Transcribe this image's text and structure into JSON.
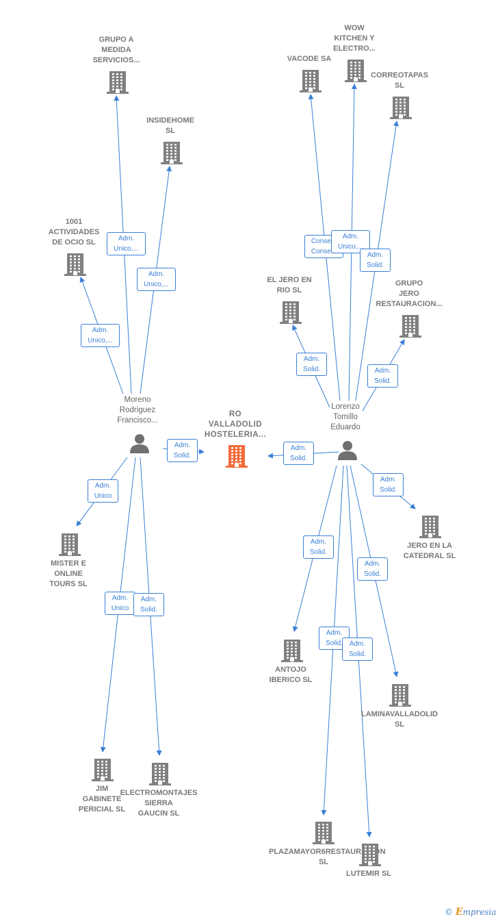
{
  "colors": {
    "edge": "#3a7fd5",
    "building": "#808080",
    "main_building": "#f26b3a",
    "person": "#707070"
  },
  "main_company": {
    "label": "RO\nVALLADOLID\nHOSTELERIA..."
  },
  "people": [
    {
      "id": "moreno",
      "label": "Moreno\nRodriguez\nFrancisco..."
    },
    {
      "id": "lorenzo",
      "label": "Lorenzo\nTomillo\nEduardo"
    }
  ],
  "companies": [
    {
      "id": "grupo_a",
      "label": "GRUPO A\nMEDIDA\nSERVICIOS..."
    },
    {
      "id": "insidehome",
      "label": "INSIDEHOME\nSL"
    },
    {
      "id": "1001",
      "label": "1001\nACTIVIDADES\nDE OCIO  SL"
    },
    {
      "id": "mister",
      "label": "MISTER E\nONLINE\nTOURS  SL"
    },
    {
      "id": "jim",
      "label": "JIM\nGABINETE\nPERICIAL SL"
    },
    {
      "id": "electro",
      "label": "ELECTROMONTAJES\nSIERRA\nGAUCIN SL"
    },
    {
      "id": "vacode",
      "label": "VACODE SA"
    },
    {
      "id": "wow",
      "label": "WOW\nKITCHEN Y\nELECTRO..."
    },
    {
      "id": "correo",
      "label": "CORREOTAPAS\nSL"
    },
    {
      "id": "jero_rio",
      "label": "EL JERO EN\nRIO  SL"
    },
    {
      "id": "grupo_jero",
      "label": "GRUPO\nJERO\nRESTAURACION..."
    },
    {
      "id": "jero_cat",
      "label": "JERO EN LA\nCATEDRAL  SL"
    },
    {
      "id": "antojo",
      "label": "ANTOJO\nIBERICO  SL"
    },
    {
      "id": "lamina",
      "label": "LAMINAVALLADOLID\nSL"
    },
    {
      "id": "plaza",
      "label": "PLAZAMAYOR6RESTAURACIÓN\nSL"
    },
    {
      "id": "lutemir",
      "label": "LUTEMIR  SL"
    }
  ],
  "relations": [
    {
      "id": "m_grupo_a",
      "label": "Adm.\nUnico,..."
    },
    {
      "id": "m_insidehome",
      "label": "Adm.\nUnico,..."
    },
    {
      "id": "m_1001",
      "label": "Adm.\nUnico,..."
    },
    {
      "id": "m_main",
      "label": "Adm.\nSolid."
    },
    {
      "id": "m_mister",
      "label": "Adm.\nUnico"
    },
    {
      "id": "m_jim",
      "label": "Adm.\nUnico"
    },
    {
      "id": "m_electro",
      "label": "Adm.\nSolid."
    },
    {
      "id": "l_vacode",
      "label": "Conse...\nConse..."
    },
    {
      "id": "l_wow",
      "label": "Adm.\nUnico,..."
    },
    {
      "id": "l_correo",
      "label": "Adm.\nSolid."
    },
    {
      "id": "l_jero_rio",
      "label": "Adm.\nSolid."
    },
    {
      "id": "l_grupo_jero",
      "label": "Adm.\nSolid."
    },
    {
      "id": "l_main",
      "label": "Adm.\nSolid."
    },
    {
      "id": "l_jero_cat",
      "label": "Adm.\nSolid."
    },
    {
      "id": "l_antojo",
      "label": "Adm.\nSolid."
    },
    {
      "id": "l_lamina",
      "label": "Adm.\nSolid."
    },
    {
      "id": "l_plaza",
      "label": "Adm.\nSolid."
    },
    {
      "id": "l_lutemir",
      "label": "Adm.\nSolid."
    }
  ],
  "footer": {
    "copyright": "©",
    "brand_initial": "E",
    "brand_rest": "mpresia"
  }
}
